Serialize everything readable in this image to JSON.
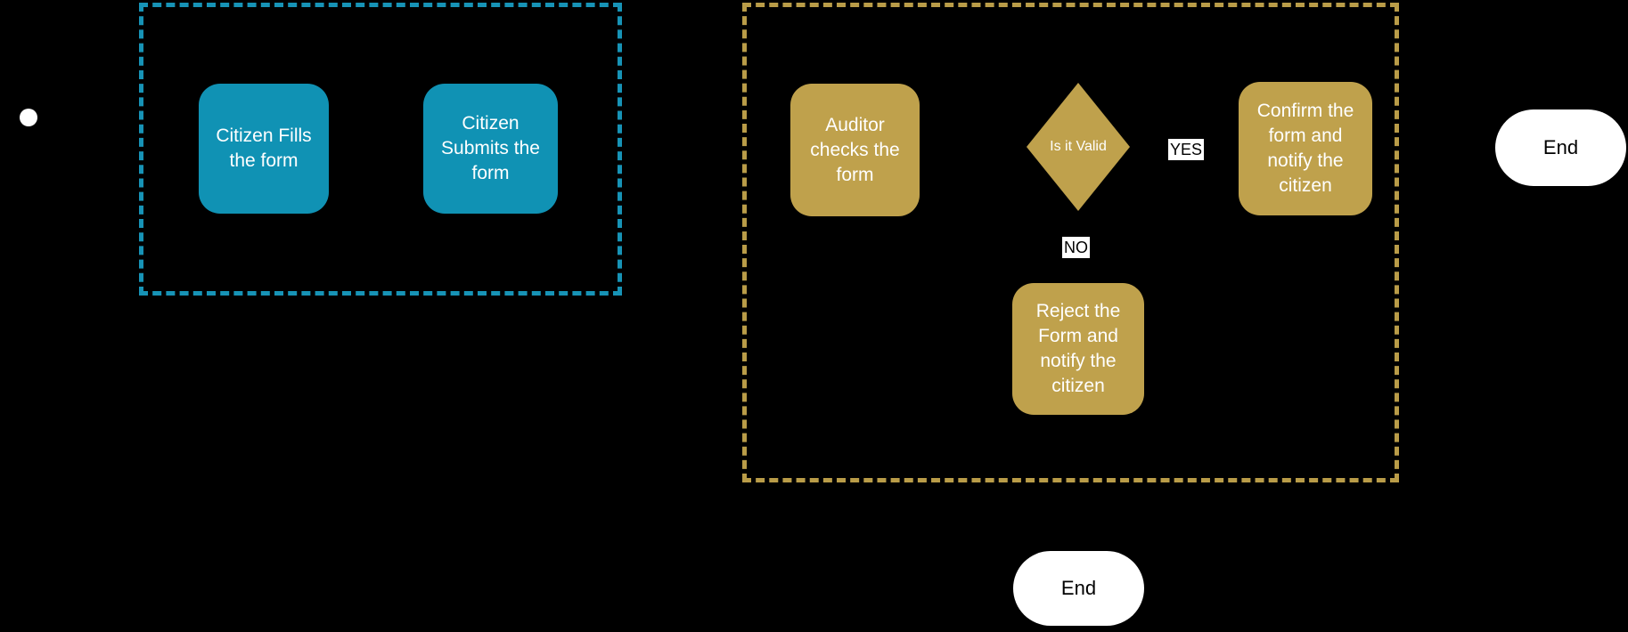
{
  "diagram": {
    "type": "flowchart",
    "background": "#000000",
    "colors": {
      "teal_node": "#1092b4",
      "teal_border": "#1793b6",
      "gold_node": "#bfa14c",
      "gold_border": "#b99c48",
      "node_text": "#ffffff",
      "terminator_fill": "#ffffff",
      "terminator_text": "#000000",
      "edge_label_bg": "#ffffff",
      "edge_label_text": "#000000",
      "start_dot": "#ffffff"
    },
    "subgraphs": [
      {
        "id": "citizen-lane",
        "style": "teal-dashed",
        "title": ""
      },
      {
        "id": "auditor-lane",
        "style": "gold-dashed",
        "title": ""
      }
    ],
    "nodes": {
      "start": {
        "shape": "circle",
        "label": ""
      },
      "fill_form": {
        "shape": "rounded-rect",
        "lane": "citizen",
        "label": "Citizen Fills the form"
      },
      "submit_form": {
        "shape": "rounded-rect",
        "lane": "citizen",
        "label": "Citizen Submits the form"
      },
      "auditor_checks": {
        "shape": "rounded-rect",
        "lane": "auditor",
        "label": "Auditor checks the form"
      },
      "is_valid": {
        "shape": "diamond",
        "lane": "auditor",
        "label": "Is it Valid"
      },
      "confirm": {
        "shape": "rounded-rect",
        "lane": "auditor",
        "label": "Confirm the form and notify the citizen"
      },
      "reject": {
        "shape": "rounded-rect",
        "lane": "auditor",
        "label": "Reject the Form and notify the citizen"
      },
      "end_right": {
        "shape": "stadium",
        "label": "End"
      },
      "end_bottom": {
        "shape": "stadium",
        "label": "End"
      }
    },
    "edge_labels": {
      "yes": "YES",
      "no": "NO"
    }
  }
}
